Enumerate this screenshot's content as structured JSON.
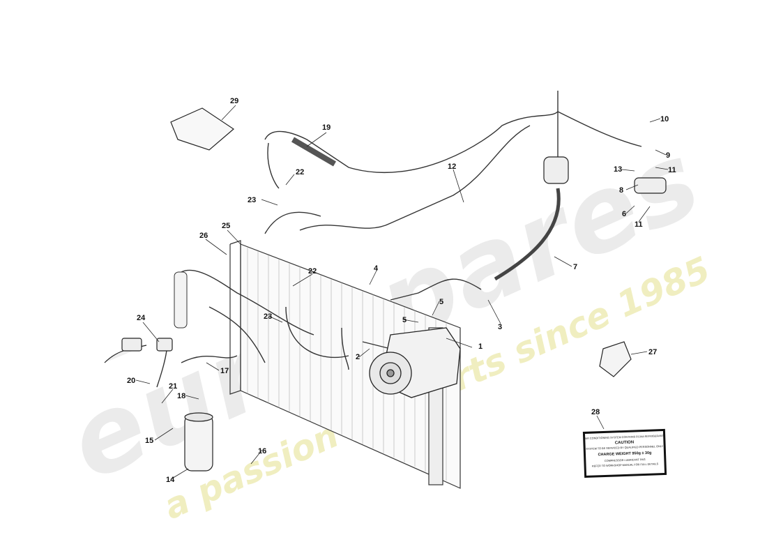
{
  "watermark": {
    "brand": "eurospares",
    "tagline": "a passion for parts since 1985",
    "brand_color": "#e8e8e8",
    "tagline_color": "#f1efb8"
  },
  "callouts": [
    "1",
    "2",
    "3",
    "4",
    "5",
    "5",
    "6",
    "7",
    "8",
    "9",
    "10",
    "11",
    "11",
    "12",
    "13",
    "14",
    "15",
    "16",
    "17",
    "18",
    "19",
    "20",
    "21",
    "22",
    "22",
    "23",
    "23",
    "24",
    "25",
    "26",
    "27",
    "28",
    "29"
  ],
  "caution_label": {
    "header": "AIR CONDITIONING SYSTEM CONTAINS R134A REFRIGERANT",
    "title": "CAUTION",
    "line1": "SYSTEM TO BE SERVICED BY QUALIFIED PERSONNEL ONLY",
    "charge": "CHARGE WEIGHT 950g ± 30g",
    "line2": "COMPRESSOR LUBRICANT PAG",
    "line3": "REFER TO WORKSHOP MANUAL FOR FULL DETAILS"
  }
}
